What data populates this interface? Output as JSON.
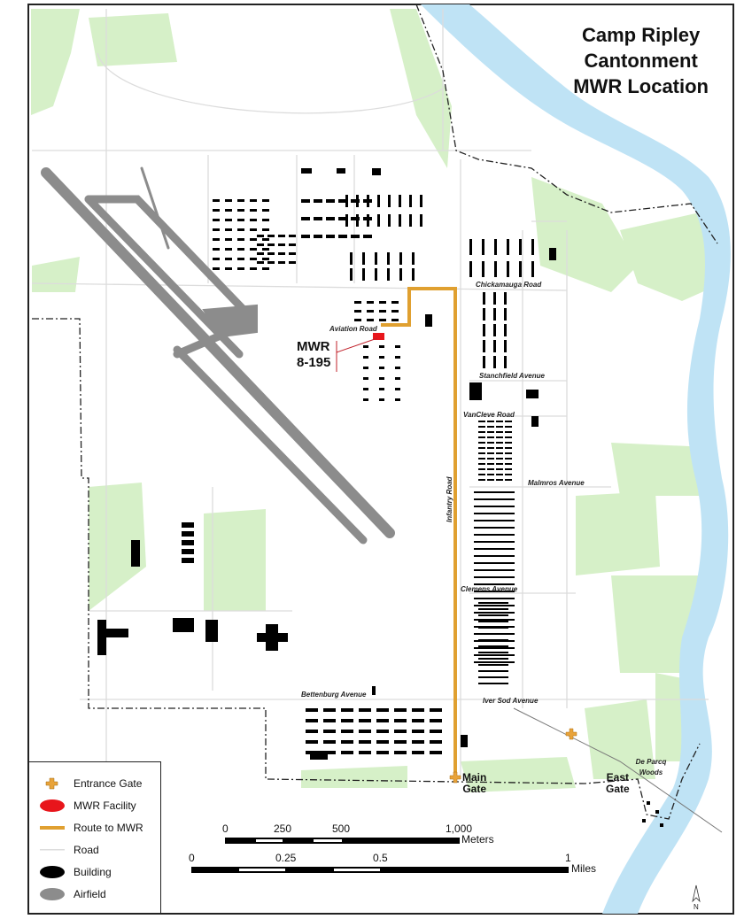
{
  "title": {
    "line1": "Camp Ripley",
    "line2": "Cantonment",
    "line3": "MWR Location"
  },
  "facility": {
    "name": "MWR",
    "number": "8-195"
  },
  "roads": {
    "chickamauga": "Chickamauga Road",
    "aviation": "Aviation Road",
    "stanchfield": "Stanchfield Avenue",
    "vancleve": "VanCleve Road",
    "malmros": "Malmros Avenue",
    "infantry": "Infantry Road",
    "clemens": "Clemens Avenue",
    "iversod": "Iver Sod Avenue",
    "bettenburg": "Bettenburg Avenue"
  },
  "places": {
    "main_gate_1": "Main",
    "main_gate_2": "Gate",
    "east_gate_1": "East",
    "east_gate_2": "Gate",
    "woods_1": "De Parcq",
    "woods_2": "Woods"
  },
  "legend": [
    {
      "label": "Entrance Gate",
      "icon": "cross-icon",
      "color": "#e8a33a"
    },
    {
      "label": "MWR Facility",
      "icon": "ellipse",
      "color": "#e8151b"
    },
    {
      "label": "Route to MWR",
      "icon": "line",
      "color": "#e0a030"
    },
    {
      "label": "Road",
      "icon": "line",
      "color": "#dddddd"
    },
    {
      "label": "Building",
      "icon": "ellipse",
      "color": "#000000"
    },
    {
      "label": "Airfield",
      "icon": "ellipse",
      "color": "#8c8c8c"
    }
  ],
  "scale_meters": {
    "ticks": [
      "0",
      "250",
      "500",
      "1,000"
    ],
    "unit": "Meters"
  },
  "scale_miles": {
    "ticks": [
      "0",
      "0.25",
      "0.5",
      "1"
    ],
    "unit": "Miles"
  },
  "north": "N",
  "colors": {
    "water": "#bfe3f5",
    "green": "#d6f0c8",
    "airfield": "#8c8c8c",
    "route": "#e0a030",
    "mwr": "#e8151b"
  }
}
